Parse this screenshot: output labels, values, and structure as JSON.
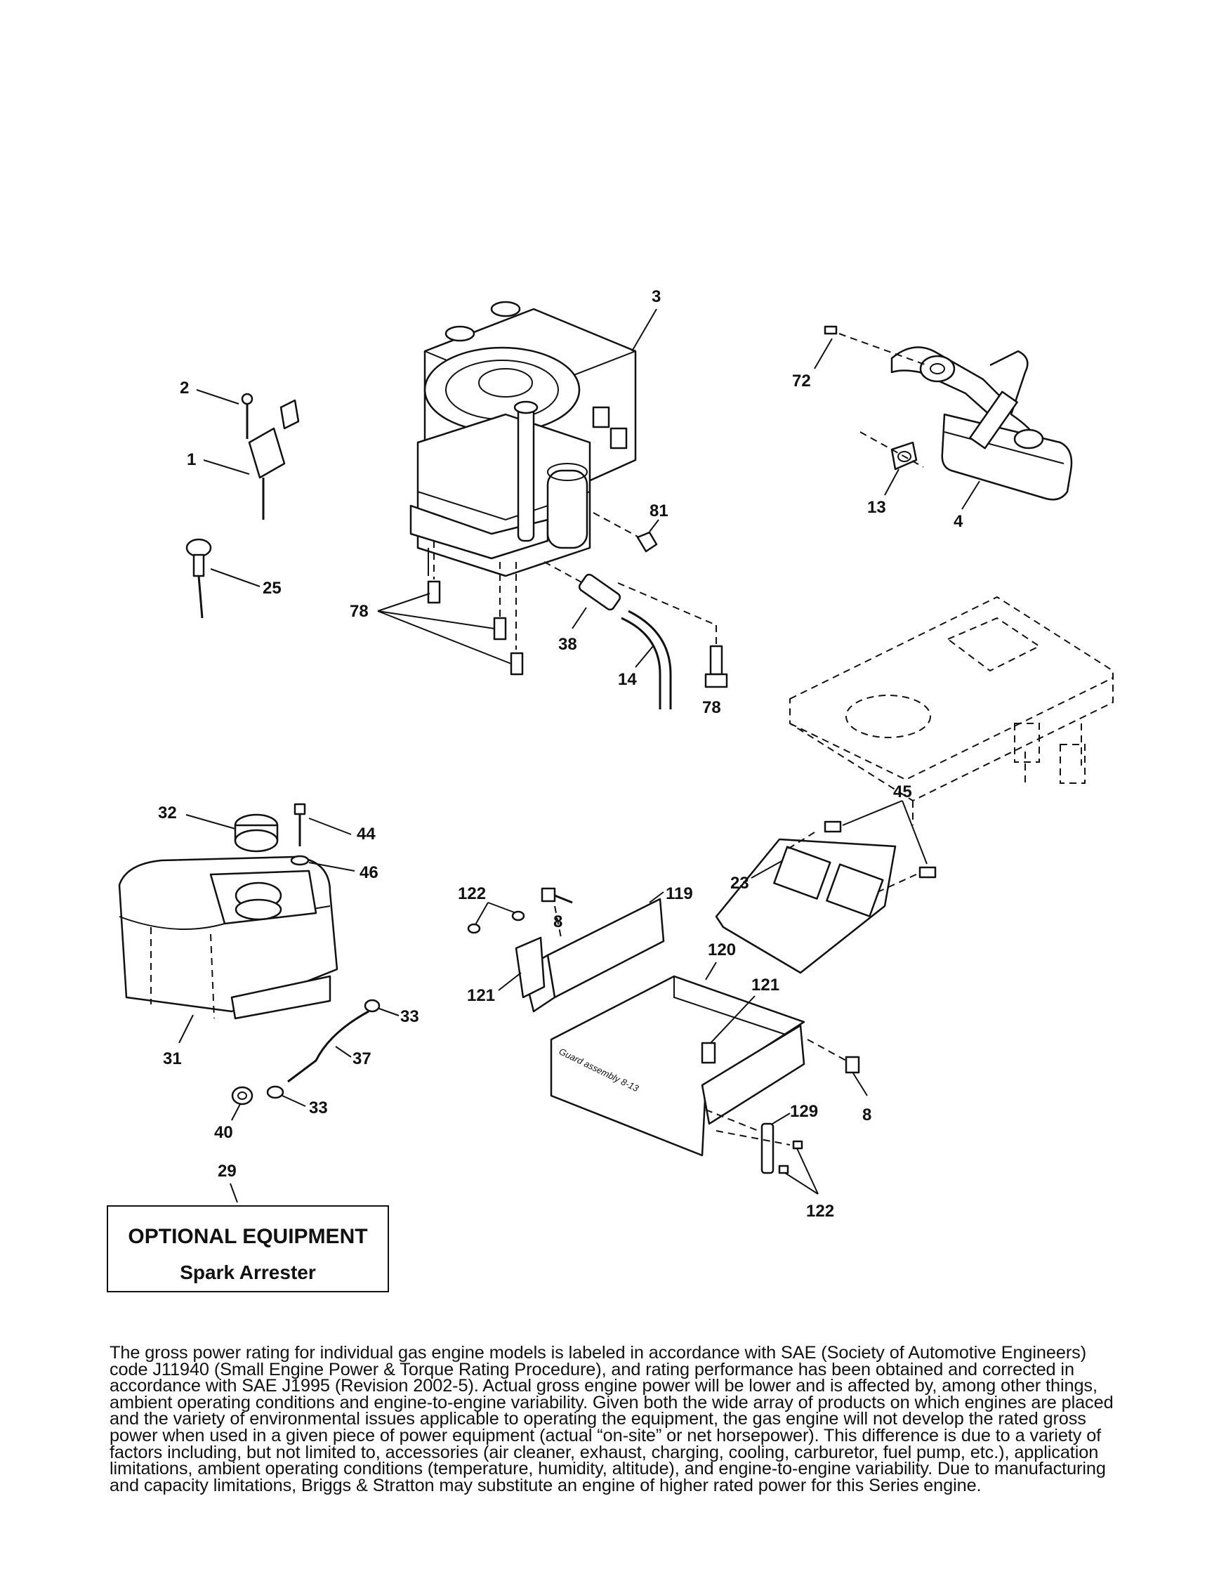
{
  "part_labels": {
    "p1": "1",
    "p2": "2",
    "p3": "3",
    "p4": "4",
    "p8a": "8",
    "p8b": "8",
    "p13": "13",
    "p14": "14",
    "p23": "23",
    "p25": "25",
    "p29": "29",
    "p31": "31",
    "p32": "32",
    "p33a": "33",
    "p33b": "33",
    "p37": "37",
    "p38": "38",
    "p40": "40",
    "p44": "44",
    "p45": "45",
    "p46": "46",
    "p72": "72",
    "p78a": "78",
    "p78b": "78",
    "p81": "81",
    "p119": "119",
    "p120": "120",
    "p121a": "121",
    "p121b": "121",
    "p122a": "122",
    "p122b": "122",
    "p129": "129"
  },
  "guard_text": "Guard assembly 8-13",
  "optional_box": {
    "title": "OPTIONAL EQUIPMENT",
    "subtitle": "Spark Arrester"
  },
  "disclaimer": "The gross power rating for individual gas engine models is labeled in accordance with SAE (Society of Automotive Engineers) code J11940 (Small Engine Power & Torque Rating Procedure), and rating performance has been obtained and corrected in accordance with SAE J1995 (Revision 2002-5). Actual gross engine power will be lower and is affected by, among other things, ambient operating conditions and engine-to-engine variability. Given both the wide array of products on which engines are placed and the variety of environmental issues applicable to operating the equipment, the gas engine will not develop the rated gross power when used in a given piece of power equipment (actual “on-site” or net horsepower). This difference is due to a variety of factors including, but not limited to, accessories (air cleaner, exhaust, charging, cooling, carburetor, fuel pump, etc.), application limitations, ambient operating conditions (temperature, humidity, altitude), and engine-to-engine variability. Due to manufacturing and capacity limitations, Briggs & Stratton may substitute an engine of higher rated power for this Series engine."
}
